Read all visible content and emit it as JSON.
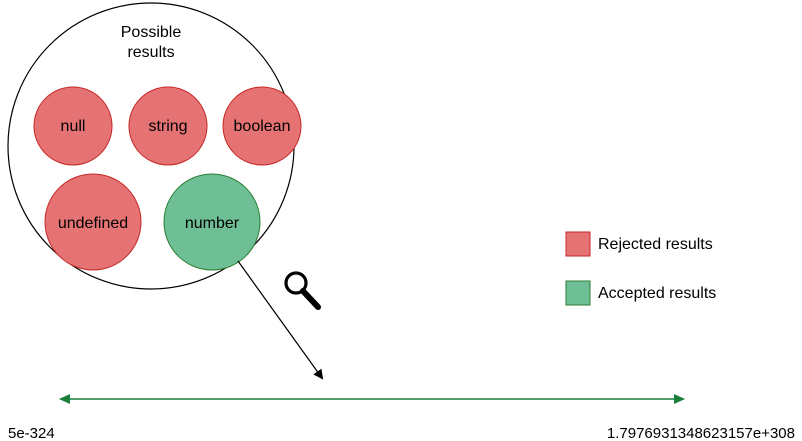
{
  "container": {
    "title_line1": "Possible",
    "title_line2": "results"
  },
  "types": {
    "null": "null",
    "string": "string",
    "boolean": "boolean",
    "undefined": "undefined",
    "number": "number"
  },
  "legend": {
    "rejected": "Rejected results",
    "accepted": "Accepted results"
  },
  "range": {
    "min": "5e-324",
    "max": "1.7976931348623157e+308"
  },
  "colors": {
    "rejected_fill": "#e57373",
    "rejected_stroke": "#c62828",
    "accepted_fill": "#6fbf96",
    "accepted_stroke": "#2e7d32",
    "range_line": "#1b7f3a",
    "outline": "#000000"
  },
  "icons": {
    "magnifier": "magnifying-glass-icon"
  }
}
